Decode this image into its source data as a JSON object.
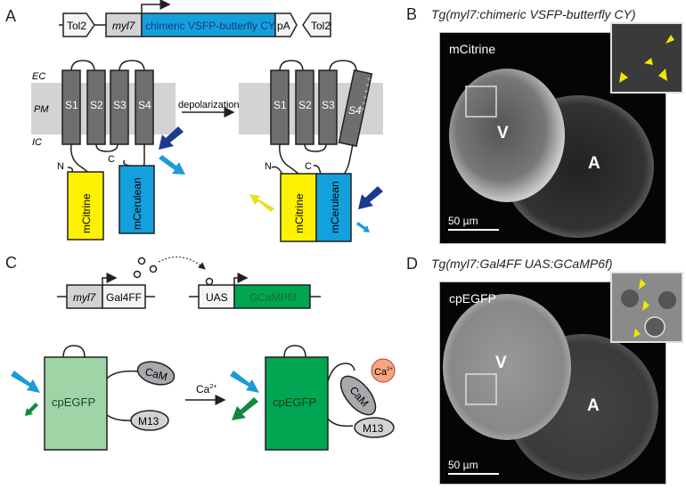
{
  "panels": {
    "A": {
      "letter": "A",
      "construct": {
        "tol2_left": "Tol2",
        "promoter": "myl7",
        "gene": "chimeric VSFP-butterfly CY",
        "polyA": "pA",
        "tol2_right": "Tol2"
      },
      "membrane_labels": [
        "EC",
        "PM",
        "IC"
      ],
      "segments": [
        "S1",
        "S2",
        "S3",
        "S4"
      ],
      "termini": {
        "n": "N",
        "c": "C"
      },
      "fluorophores": {
        "left": "mCitrine",
        "right": "mCerulean"
      },
      "transition_label": "depolarization",
      "s4_charges": "+ + + + + +"
    },
    "B": {
      "letter": "B",
      "title": "Tg(myl7:chimeric VSFP-butterfly CY)",
      "channel_label": "mCitrine",
      "chamber_v": "V",
      "chamber_a": "A",
      "scale_label": "50 µm"
    },
    "C": {
      "letter": "C",
      "driver": {
        "promoter": "myl7",
        "gene": "Gal4FF"
      },
      "reporter": {
        "uas": "UAS",
        "gene": "GCaMP6f"
      },
      "sensor": {
        "fluorophore": "cpEGFP",
        "cam": "CaM",
        "m13": "M13",
        "ion": "Ca",
        "ion_charge": "2+"
      },
      "transition_label": "Ca",
      "transition_superscript": "2+"
    },
    "D": {
      "letter": "D",
      "title": "Tg(myl7:Gal4FF UAS:GCaMP6f)",
      "channel_label": "cpEGFP",
      "chamber_v": "V",
      "chamber_a": "A",
      "scale_label": "50 µm"
    }
  },
  "colors": {
    "vsfp_blue": "#14a0dc",
    "citrine_yellow": "#fff200",
    "cerulean_blue": "#14a0dc",
    "membrane_gray": "#d3d3d3",
    "segment_gray": "#6d6e70",
    "gcamp_green": "#00a651",
    "cpegfp_light": "#9fd5a6",
    "arrow_dark_blue": "#1b3a8c",
    "arrow_light_blue": "#1c9bd6",
    "arrow_yellow": "#e8e020",
    "arrow_green": "#0e8a3e",
    "calcium_orange": "#f4a582",
    "cam_gray": "#a7a9ac",
    "m13_gray": "#d1d3d4"
  }
}
